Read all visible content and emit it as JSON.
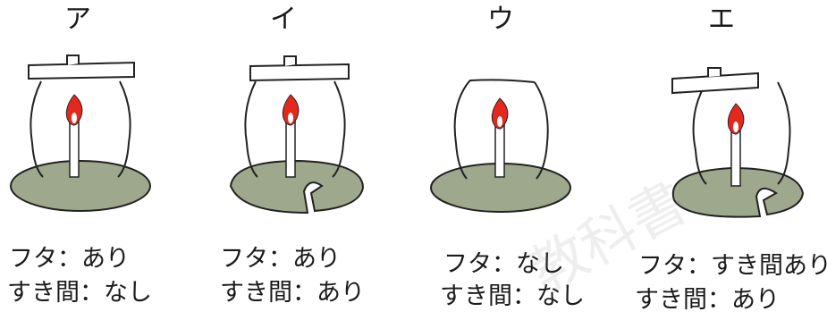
{
  "panels": [
    {
      "label": "ア",
      "lid_text": "フタ：あり",
      "gap_text": "すき間：なし"
    },
    {
      "label": "イ",
      "lid_text": "フタ：あり",
      "gap_text": "すき間：あり"
    },
    {
      "label": "ウ",
      "lid_text": "フタ：なし",
      "gap_text": "すき間：なし"
    },
    {
      "label": "エ",
      "lid_text": "フタ：すき間あり",
      "gap_text": "すき間：あり"
    }
  ],
  "watermark": "教科書",
  "colors": {
    "base_fill": "#9ea88c",
    "outline": "#222222",
    "flame_red": "#e4281e",
    "flame_core": "#ffffff",
    "candle": "#ffffff"
  }
}
